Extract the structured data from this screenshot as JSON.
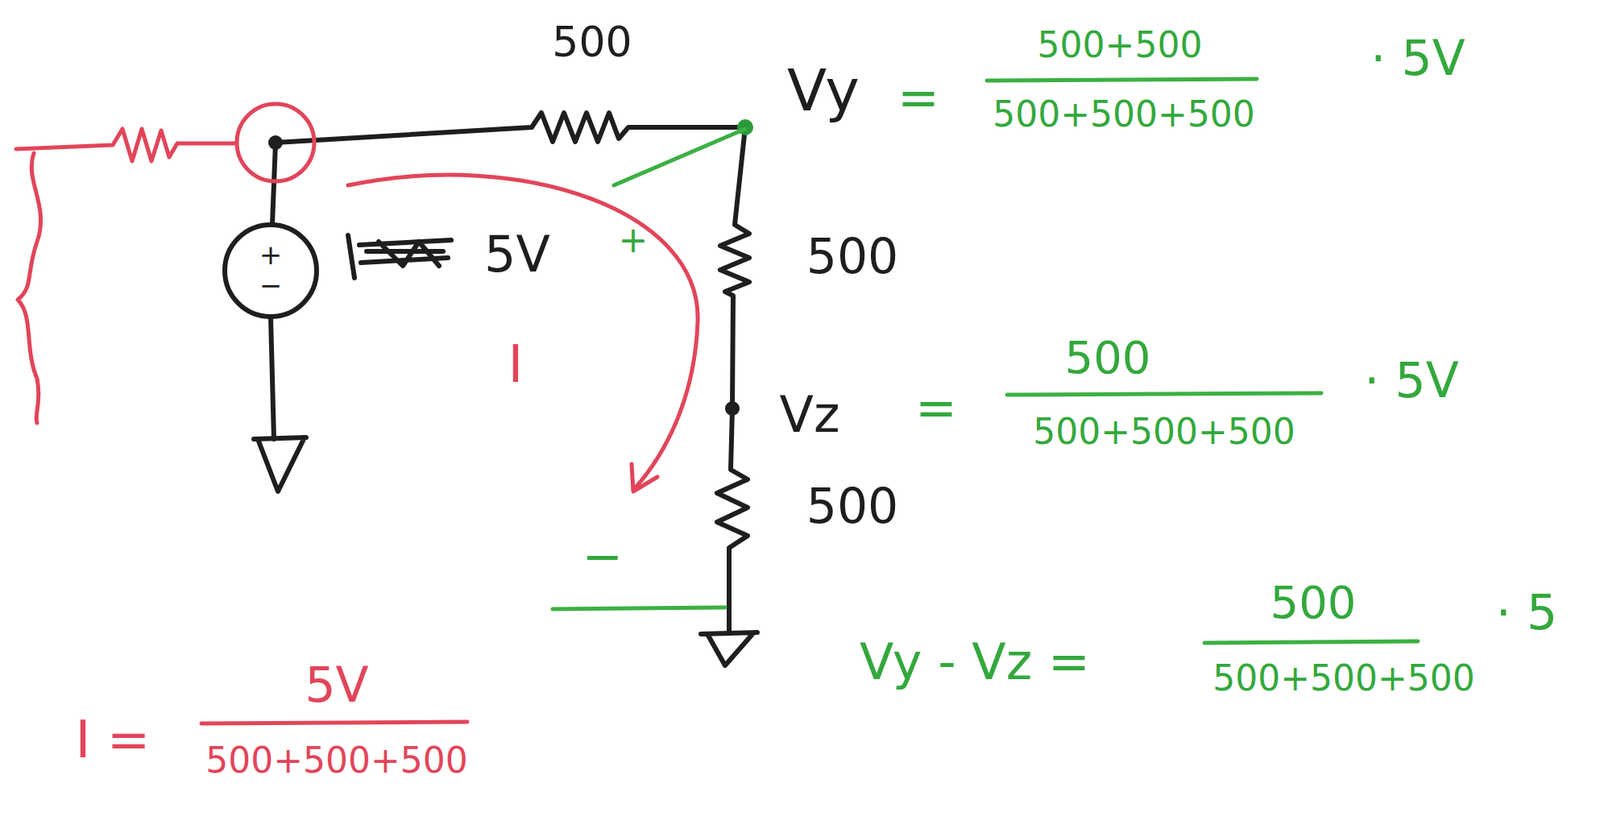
{
  "diagram": {
    "labels": [
      "500",
      "Vy",
      "+",
      "−",
      "5V",
      "+",
      "500",
      "I",
      "Vz",
      "500",
      "−",
      "=",
      "500+500",
      "500+500+500",
      "· 5V",
      "=",
      "500",
      "500+500+500",
      "· 5V",
      "Vy - Vz =",
      "500",
      "500+500+500",
      "· 5",
      "I =",
      "5V",
      "500+500+500"
    ]
  }
}
